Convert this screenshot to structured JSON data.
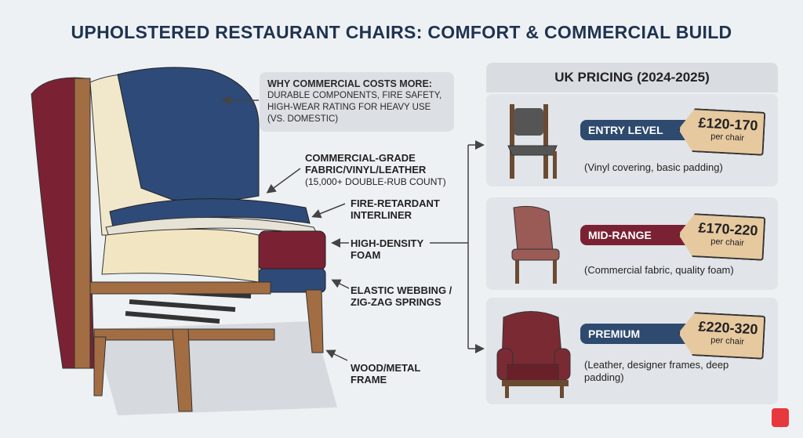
{
  "title": "UPHOLSTERED RESTAURANT CHAIRS: COMFORT & COMMERCIAL BUILD",
  "why": {
    "heading": "WHY COMMERCIAL COSTS MORE:",
    "body": "DURABLE COMPONENTS, FIRE SAFETY, HIGH-WEAR RATING FOR HEAVY USE (VS. DOMESTIC)"
  },
  "labels": [
    {
      "text": "COMMERCIAL-GRADE FABRIC/VINYL/LEATHER",
      "sub": "(15,000+ DOUBLE-RUB COUNT)"
    },
    {
      "text": "FIRE-RETARDANT INTERLINER"
    },
    {
      "text": "HIGH-DENSITY FOAM"
    },
    {
      "text": "ELASTIC WEBBING / ZIG-ZAG SPRINGS"
    },
    {
      "text": "WOOD/METAL FRAME"
    }
  ],
  "pricing": {
    "heading": "UK PRICING (2024-2025)",
    "tiers": [
      {
        "name": "ENTRY LEVEL",
        "price": "£120-170",
        "unit": "per chair",
        "desc": "(Vinyl covering, basic padding)",
        "color": "#2e4a6e"
      },
      {
        "name": "MID-RANGE",
        "price": "£170-220",
        "unit": "per chair",
        "desc": "(Commercial fabric, quality foam)",
        "color": "#7a2233"
      },
      {
        "name": "PREMIUM",
        "price": "£220-320",
        "unit": "per chair",
        "desc": "(Leather, designer frames, deep padding)",
        "color": "#2e4a6e"
      }
    ]
  }
}
